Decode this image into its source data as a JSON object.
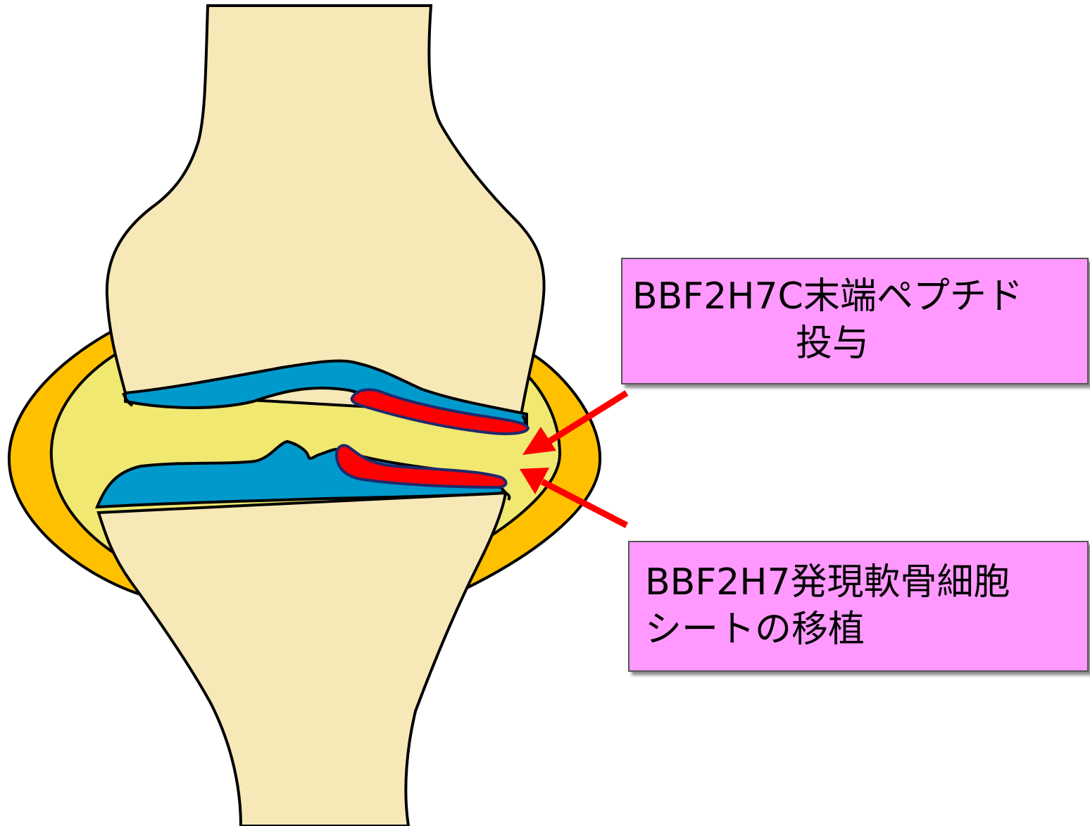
{
  "labels": {
    "peptide": {
      "line1": "BBF2H7C末端ペプチド",
      "line2": "投与"
    },
    "transplant": {
      "line1": "BBF2H7発現軟骨細胞",
      "line2": "シートの移植"
    }
  },
  "colors": {
    "bone": "#f7e8b8",
    "capsule_outer": "#ffc000",
    "synovial": "#f0e870",
    "cartilage": "#0099cc",
    "graft": "#ff0000",
    "arrow": "#ff0000",
    "label_background": "#ff99ff"
  }
}
